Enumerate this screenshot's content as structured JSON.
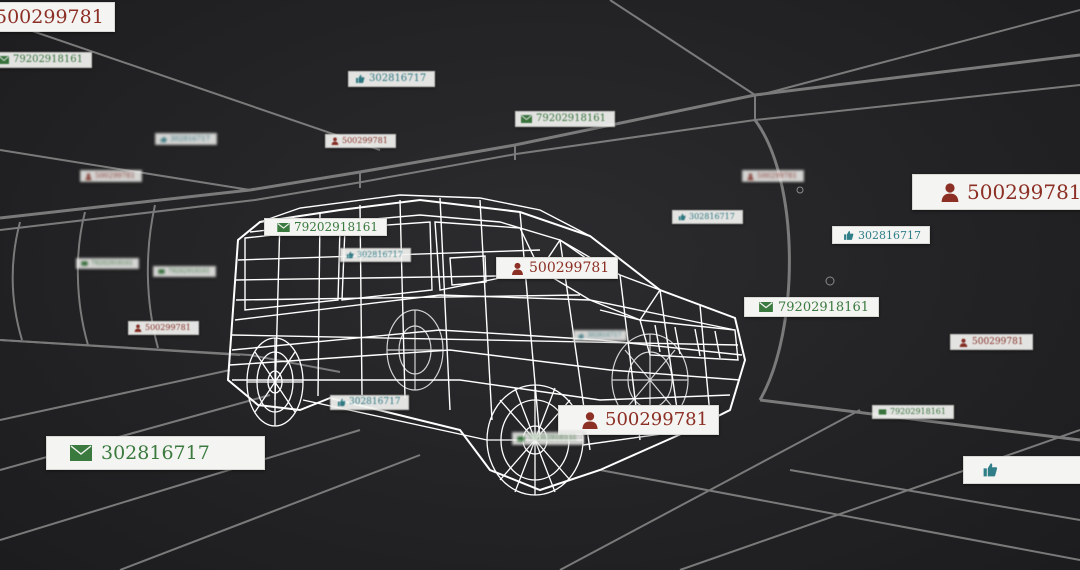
{
  "scene": {
    "subject": "wireframe-van",
    "background": "dark-tunnel-grid"
  },
  "tags": [
    {
      "kind": "person",
      "icon": "person-icon",
      "text": "500299781"
    },
    {
      "kind": "mail",
      "icon": "envelope-icon",
      "text": "79202918161"
    },
    {
      "kind": "thumb",
      "icon": "thumbs-up-icon",
      "text": "302816717"
    },
    {
      "kind": "mail",
      "icon": "envelope-icon",
      "text": "79202918161"
    },
    {
      "kind": "thumb",
      "icon": "thumbs-up-icon",
      "text": "302816717"
    },
    {
      "kind": "person",
      "icon": "person-icon",
      "text": "500299781"
    },
    {
      "kind": "person",
      "icon": "person-icon",
      "text": "500299781"
    },
    {
      "kind": "person",
      "icon": "person-icon",
      "text": "500299781"
    },
    {
      "kind": "person",
      "icon": "person-icon",
      "text": "500299781"
    },
    {
      "kind": "thumb",
      "icon": "thumbs-up-icon",
      "text": "302816717"
    },
    {
      "kind": "mail",
      "icon": "envelope-icon",
      "text": "79202918161"
    },
    {
      "kind": "thumb",
      "icon": "thumbs-up-icon",
      "text": "302816717"
    },
    {
      "kind": "person",
      "icon": "person-icon",
      "text": "500299781"
    },
    {
      "kind": "thumb",
      "icon": "thumbs-up-icon",
      "text": "302816717"
    },
    {
      "kind": "mail",
      "icon": "envelope-icon",
      "text": "79202918161"
    },
    {
      "kind": "mail",
      "icon": "envelope-icon",
      "text": "79202918161"
    },
    {
      "kind": "person",
      "icon": "person-icon",
      "text": "500299781"
    },
    {
      "kind": "thumb",
      "icon": "thumbs-up-icon",
      "text": "302816717"
    },
    {
      "kind": "person",
      "icon": "person-icon",
      "text": "500299781"
    },
    {
      "kind": "thumb",
      "icon": "thumbs-up-icon",
      "text": "302816717"
    },
    {
      "kind": "mail",
      "icon": "envelope-icon",
      "text": "79202918161"
    },
    {
      "kind": "person",
      "icon": "person-icon",
      "text": "500299781"
    },
    {
      "kind": "mail",
      "icon": "envelope-icon",
      "text": "79202918161"
    },
    {
      "kind": "mail",
      "icon": "envelope-icon",
      "text": "79202918161"
    },
    {
      "kind": "thumb",
      "icon": "thumbs-up-icon",
      "text": "302816717"
    }
  ],
  "colors": {
    "background": "#232325",
    "grid_line": "#8a8a8a",
    "wireframe": "#ffffff",
    "tag_background": "#f4f4f2",
    "person_text": "#8c2f24",
    "mail_text": "#3a7a3e",
    "thumb_text": "#2f7e88"
  }
}
